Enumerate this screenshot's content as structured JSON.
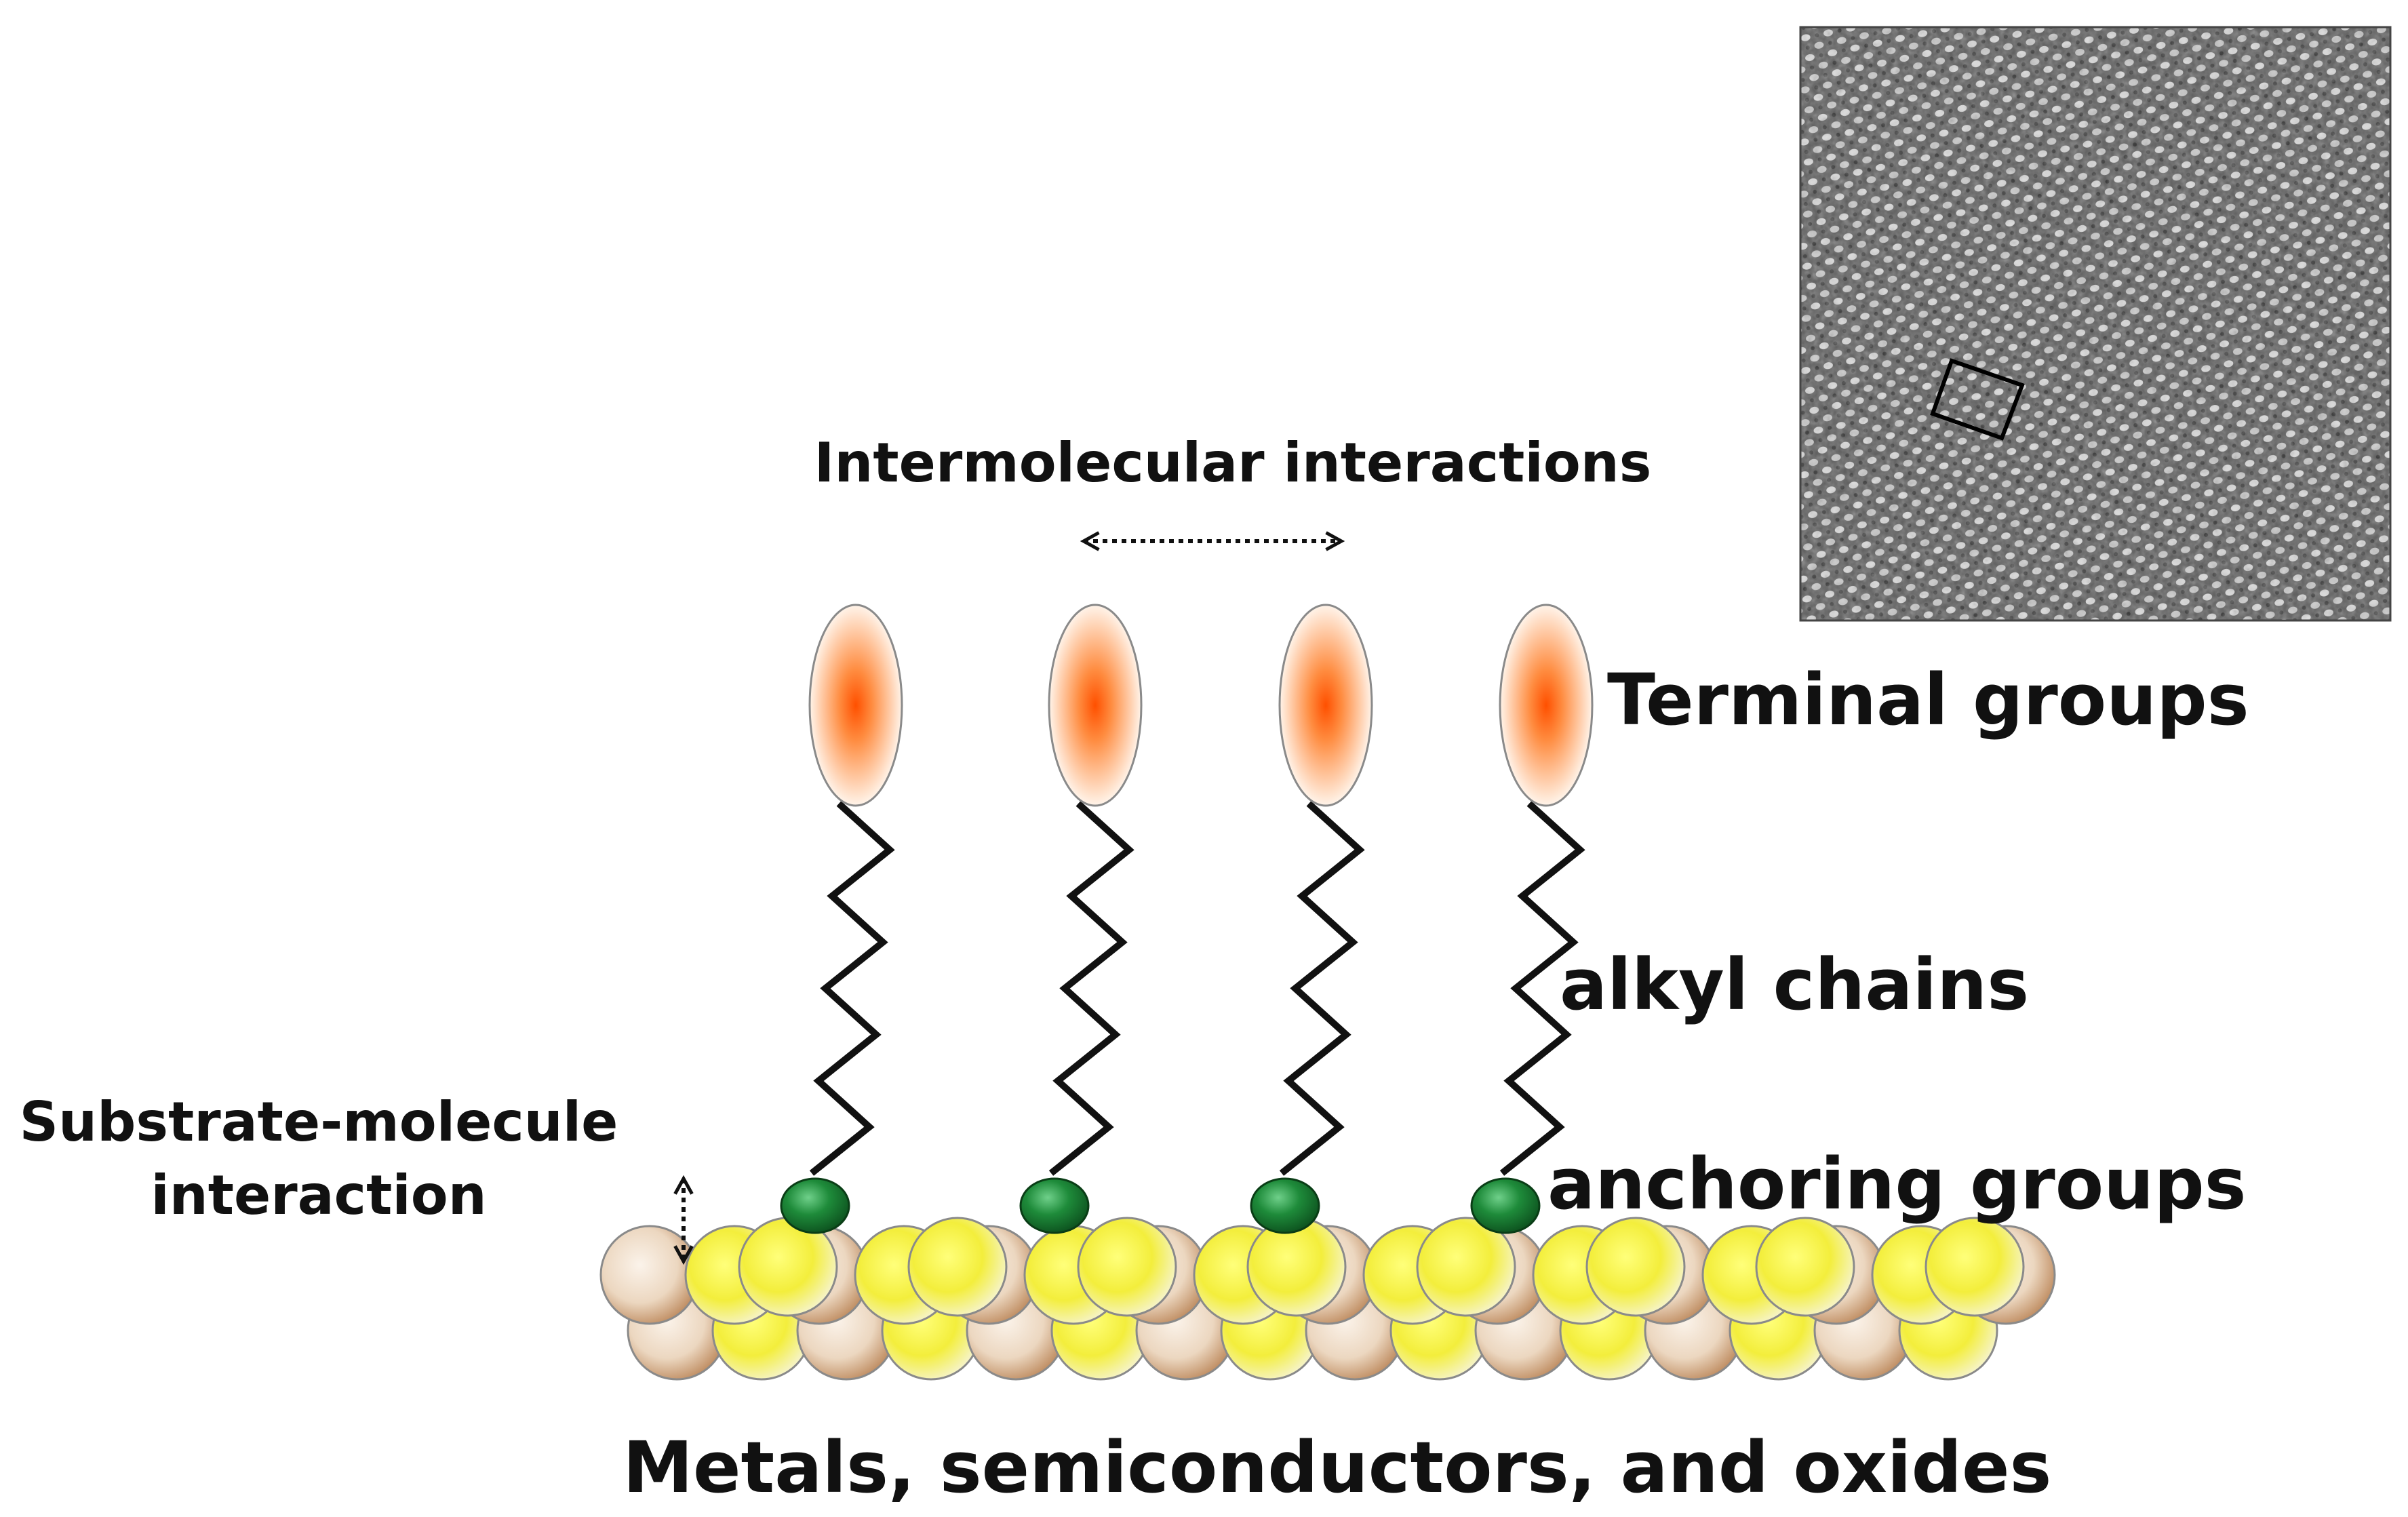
{
  "labels": {
    "intermolecular": "Intermolecular interactions",
    "terminal": "Terminal groups",
    "alkyl": "alkyl chains",
    "anchoring": "anchoring groups",
    "substrate_line1": "Substrate-molecule",
    "substrate_line2": "interaction",
    "substrate_types": "Metals, semiconductors, and oxides"
  },
  "molecule_count": 4,
  "colors": {
    "terminal_center": "#ff5a00",
    "terminal_edge": "#fff1e6",
    "anchor": "#1e8b3a",
    "gold_atom": "#f5f34a",
    "brown_atom": "#c08a5a",
    "chain": "#111111",
    "stm_background": "#707070"
  },
  "inset": {
    "type": "STM image",
    "description_icon": "unit-cell-rectangle"
  }
}
